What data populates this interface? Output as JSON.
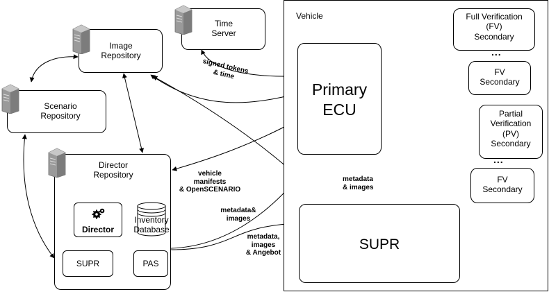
{
  "vehicle": {
    "label": "Vehicle",
    "primary_ecu": [
      "Primary",
      "ECU"
    ],
    "supr": "SUPR",
    "secondaries": [
      [
        "Full Verification",
        "(FV)",
        "Secondary"
      ],
      [
        "FV",
        "Secondary"
      ],
      [
        "Partial",
        "Verification",
        "(PV)",
        "Secondary"
      ],
      [
        "FV",
        "Secondary"
      ]
    ],
    "ellipsis": "..."
  },
  "servers": {
    "time_server": [
      "Time",
      "Server"
    ],
    "image_repository": [
      "Image",
      "Repository"
    ],
    "scenario_repository": [
      "Scenario",
      "Repository"
    ],
    "director_repository": [
      "Director",
      "Repository"
    ]
  },
  "director_components": {
    "director": "Director",
    "inventory_database": [
      "Inventory",
      "Database"
    ],
    "supr": "SUPR",
    "pas": "PAS"
  },
  "annotations": {
    "signed_tokens": [
      "signed tokens",
      "& time"
    ],
    "vehicle_manifests": [
      "vehicle",
      "manifests",
      "& OpenSCENARIO"
    ],
    "metadata_images_ecu": [
      "metadata",
      "& images"
    ],
    "metadata_images_left": [
      "metadata&",
      "images"
    ],
    "metadata_images_angebot": [
      "metadata,",
      "images",
      "& Angebot"
    ]
  }
}
